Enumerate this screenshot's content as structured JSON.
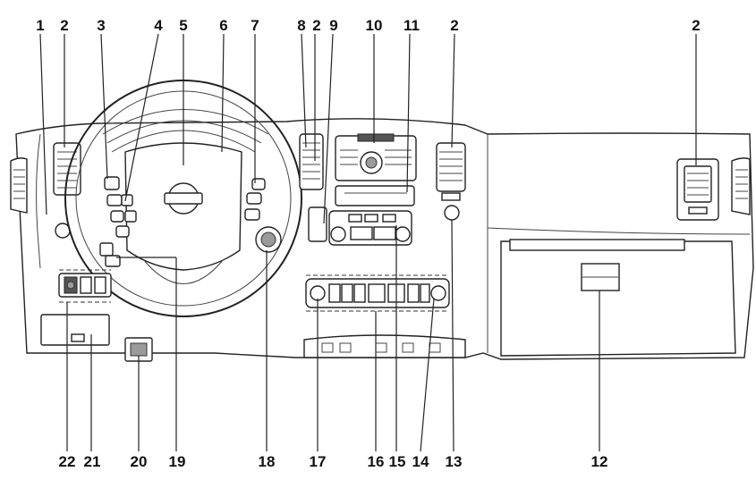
{
  "callouts": {
    "top": [
      {
        "label": "1",
        "key": "c1"
      },
      {
        "label": "2",
        "key": "c2a"
      },
      {
        "label": "3",
        "key": "c3"
      },
      {
        "label": "4",
        "key": "c4"
      },
      {
        "label": "5",
        "key": "c5"
      },
      {
        "label": "6",
        "key": "c6"
      },
      {
        "label": "7",
        "key": "c7"
      },
      {
        "label": "8",
        "key": "c8"
      },
      {
        "label": "2",
        "key": "c2b"
      },
      {
        "label": "9",
        "key": "c9"
      },
      {
        "label": "10",
        "key": "c10"
      },
      {
        "label": "11",
        "key": "c11"
      },
      {
        "label": "2",
        "key": "c2c"
      },
      {
        "label": "2",
        "key": "c2d"
      }
    ],
    "bottom": [
      {
        "label": "22",
        "key": "c22"
      },
      {
        "label": "21",
        "key": "c21"
      },
      {
        "label": "20",
        "key": "c20"
      },
      {
        "label": "19",
        "key": "c19"
      },
      {
        "label": "18",
        "key": "c18"
      },
      {
        "label": "17",
        "key": "c17"
      },
      {
        "label": "16",
        "key": "c16"
      },
      {
        "label": "15",
        "key": "c15"
      },
      {
        "label": "14",
        "key": "c14"
      },
      {
        "label": "13",
        "key": "c13"
      },
      {
        "label": "12",
        "key": "c12"
      }
    ]
  }
}
